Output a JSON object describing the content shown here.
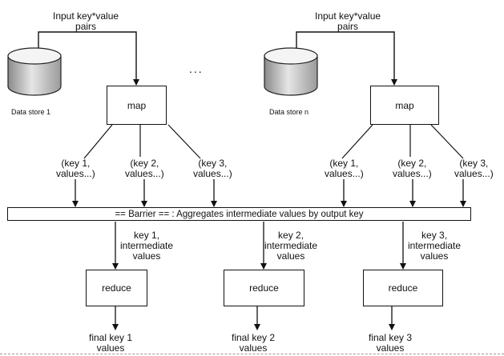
{
  "diagram": {
    "left_side": {
      "input_label": "Input key*value pairs",
      "input_line1": "Input key*value",
      "input_line2": "pairs",
      "store_label": "Data store 1",
      "map_label": "map",
      "outputs": [
        {
          "line1": "(key 1,",
          "line2": "values...)"
        },
        {
          "line1": "(key 2,",
          "line2": "values...)"
        },
        {
          "line1": "(key 3,",
          "line2": "values...)"
        }
      ]
    },
    "ellipsis": "...",
    "right_side": {
      "input_line1": "Input key*value",
      "input_line2": "pairs",
      "store_label": "Data store n",
      "map_label": "map",
      "outputs": [
        {
          "line1": "(key 1,",
          "line2": "values...)"
        },
        {
          "line1": "(key 2,",
          "line2": "values...)"
        },
        {
          "line1": "(key 3,",
          "line2": "values...)"
        }
      ]
    },
    "barrier_label": "== Barrier == : Aggregates intermediate values by output key",
    "reducers": [
      {
        "in_line1": "key 1,",
        "in_line2": "intermediate",
        "in_line3": "values",
        "label": "reduce",
        "out_line1": "final key 1",
        "out_line2": "values"
      },
      {
        "in_line1": "key 2,",
        "in_line2": "intermediate",
        "in_line3": "values",
        "label": "reduce",
        "out_line1": "final key 2",
        "out_line2": "values"
      },
      {
        "in_line1": "key 3,",
        "in_line2": "intermediate",
        "in_line3": "values",
        "label": "reduce",
        "out_line1": "final key 3",
        "out_line2": "values"
      }
    ]
  }
}
